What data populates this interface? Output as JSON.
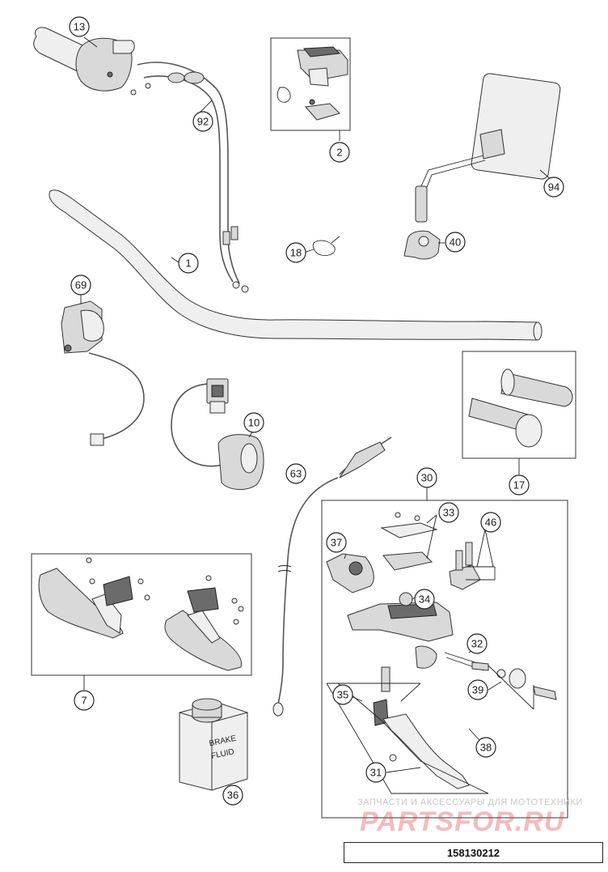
{
  "callouts": [
    {
      "id": "c1",
      "label": "1"
    },
    {
      "id": "c2",
      "label": "2"
    },
    {
      "id": "c7",
      "label": "7"
    },
    {
      "id": "c10",
      "label": "10"
    },
    {
      "id": "c13",
      "label": "13"
    },
    {
      "id": "c17",
      "label": "17"
    },
    {
      "id": "c18",
      "label": "18"
    },
    {
      "id": "c30",
      "label": "30"
    },
    {
      "id": "c31",
      "label": "31"
    },
    {
      "id": "c32",
      "label": "32"
    },
    {
      "id": "c33",
      "label": "33"
    },
    {
      "id": "c34",
      "label": "34"
    },
    {
      "id": "c35",
      "label": "35"
    },
    {
      "id": "c36",
      "label": "36"
    },
    {
      "id": "c37",
      "label": "37"
    },
    {
      "id": "c38",
      "label": "38"
    },
    {
      "id": "c39",
      "label": "39"
    },
    {
      "id": "c40",
      "label": "40"
    },
    {
      "id": "c46",
      "label": "46"
    },
    {
      "id": "c63",
      "label": "63"
    },
    {
      "id": "c69",
      "label": "69"
    },
    {
      "id": "c92",
      "label": "92"
    },
    {
      "id": "c94",
      "label": "94"
    }
  ],
  "bottle_text": {
    "line1": "BRAKE",
    "line2": "FLUID"
  },
  "diagram_code": "158130212",
  "watermark": {
    "tagline": "ЗАПЧАСТИ И АКСЕССУАРЫ ДЛЯ МОТОТЕХНИКИ",
    "logo": "PARTSFOR.RU"
  }
}
